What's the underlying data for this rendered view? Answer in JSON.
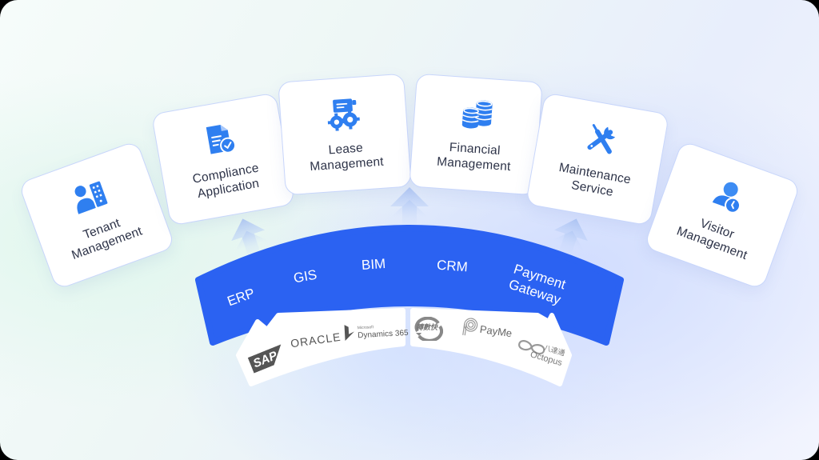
{
  "colors": {
    "accent_blue": "#2b62f2",
    "icon_blue": "#2f7ff0",
    "card_border": "#c8d6fb",
    "label_text": "#2d3348",
    "logo_gray": "#6b6b6b"
  },
  "modules": [
    {
      "id": "tenant",
      "icon": "person-building-icon",
      "line1": "Tenant",
      "line2": "Management"
    },
    {
      "id": "compliance",
      "icon": "document-check-icon",
      "line1": "Compliance",
      "line2": "Application"
    },
    {
      "id": "lease",
      "icon": "chat-gears-icon",
      "line1": "Lease",
      "line2": "Management"
    },
    {
      "id": "financial",
      "icon": "coin-stacks-icon",
      "line1": "Financial",
      "line2": "Management"
    },
    {
      "id": "maintenance",
      "icon": "wrench-screwdriver-icon",
      "line1": "Maintenance",
      "line2": "Service"
    },
    {
      "id": "visitor",
      "icon": "person-clock-icon",
      "line1": "Visitor",
      "line2": "Management"
    }
  ],
  "systems": [
    {
      "id": "erp",
      "label": "ERP"
    },
    {
      "id": "gis",
      "label": "GIS"
    },
    {
      "id": "bim",
      "label": "BIM"
    },
    {
      "id": "crm",
      "label": "CRM"
    },
    {
      "id": "payment",
      "line1": "Payment",
      "line2": "Gateway"
    }
  ],
  "erp_vendors": [
    {
      "id": "sap",
      "label": "SAP"
    },
    {
      "id": "oracle",
      "label": "ORACLE"
    },
    {
      "id": "dynamics",
      "small": "Microsoft",
      "label": "Dynamics 365"
    }
  ],
  "payment_vendors": [
    {
      "id": "fps",
      "label": "轉數快"
    },
    {
      "id": "payme",
      "label": "PayMe"
    },
    {
      "id": "octopus",
      "chinese": "八達通",
      "label": "Octopus"
    }
  ]
}
